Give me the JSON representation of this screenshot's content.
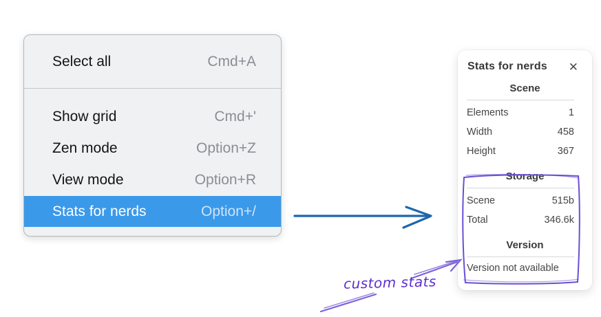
{
  "context_menu": {
    "items": [
      {
        "label": "Select all",
        "shortcut": "Cmd+A",
        "highlighted": false
      },
      {
        "label": "Show grid",
        "shortcut": "Cmd+'",
        "highlighted": false
      },
      {
        "label": "Zen mode",
        "shortcut": "Option+Z",
        "highlighted": false
      },
      {
        "label": "View mode",
        "shortcut": "Option+R",
        "highlighted": false
      },
      {
        "label": "Stats for nerds",
        "shortcut": "Option+/",
        "highlighted": true
      }
    ]
  },
  "stats_panel": {
    "title": "Stats for nerds",
    "close_icon": "✕",
    "sections": [
      {
        "heading": "Scene",
        "rows": [
          {
            "label": "Elements",
            "value": "1"
          },
          {
            "label": "Width",
            "value": "458"
          },
          {
            "label": "Height",
            "value": "367"
          }
        ]
      },
      {
        "heading": "Storage",
        "rows": [
          {
            "label": "Scene",
            "value": "515b"
          },
          {
            "label": "Total",
            "value": "346.6k"
          }
        ]
      },
      {
        "heading": "Version",
        "rows": [],
        "note": "Version not available"
      }
    ]
  },
  "annotation": {
    "label": "custom stats"
  },
  "colors": {
    "menu_highlight": "#3b99ea",
    "blue_arrow": "#1d66ad",
    "purple_sketch": "#6a4ed2",
    "purple_text": "#5c2ecf"
  }
}
